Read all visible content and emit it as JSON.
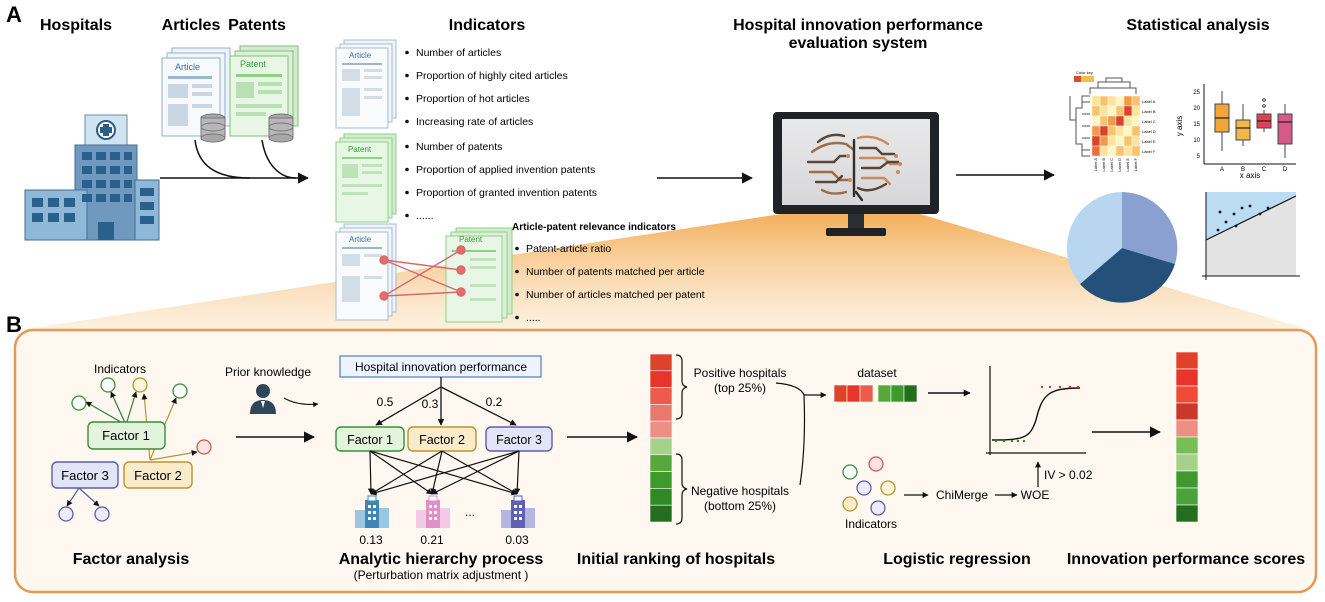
{
  "panel_a": {
    "label": "A",
    "hospitals_title": "Hospitals",
    "articles_title": "Articles",
    "patents_title": "Patents",
    "article_doc_label": "Article",
    "patent_doc_label": "Patent",
    "indicators_title": "Indicators",
    "article_indicators": [
      "Number of articles",
      "Proportion of highly cited articles",
      "Proportion   of hot articles",
      "Increasing rate of articles"
    ],
    "patent_indicators": [
      "Number of patents",
      "Proportion of applied invention patents",
      "Proportion of granted invention patents",
      "......"
    ],
    "relevance_title": "Article-patent relevance indicators",
    "relevance_indicators": [
      "Patent-article ratio",
      "Number of patents matched per article",
      "Number of articles matched per patent",
      "....."
    ],
    "system_title_line1": "Hospital innovation performance",
    "system_title_line2": "evaluation system",
    "stats_title": "Statistical analysis",
    "heatmap_legend": "Color key",
    "heatmap_row_labels": [
      "Label A",
      "Label B",
      "Label C",
      "Label D",
      "Label E",
      "Label F"
    ],
    "boxplot": {
      "ylabel": "y axis",
      "xlabel": "x axis",
      "categories": [
        "A",
        "B",
        "C",
        "D"
      ],
      "yticks": [
        "25",
        "20",
        "15",
        "10",
        "5"
      ]
    }
  },
  "panel_b": {
    "label": "B",
    "indicators_label": "Indicators",
    "factor1": "Factor 1",
    "factor2": "Factor 2",
    "factor3": "Factor 3",
    "factor_analysis_title": "Factor analysis",
    "prior_knowledge": "Prior knowledge",
    "ahp_root": "Hospital innovation performance",
    "ahp_weights": [
      "0.5",
      "0.3",
      "0.2"
    ],
    "ahp_scores": [
      "0.13",
      "0.21",
      "0.03"
    ],
    "ahp_ellipsis": "...",
    "ahp_title": "Analytic hierarchy process",
    "ahp_subtitle": "(Perturbation matrix adjustment )",
    "positive_line1": "Positive hospitals",
    "positive_line2": "(top 25%)",
    "negative_line1": "Negative hospitals",
    "negative_line2": "(bottom 25%)",
    "ranking_title": "Initial ranking of hospitals",
    "dataset_label": "dataset",
    "iv_label": "IV > 0.02",
    "chimerge_label": "ChiMerge",
    "woe_label": "WOE",
    "lr_indicators_label": "Indicators",
    "lr_title": "Logistic regression",
    "scores_title": "Innovation performance scores",
    "colors": {
      "ranking": [
        "#e0412a",
        "#e8352b",
        "#ec5b4b",
        "#e97a6b",
        "#ee8f84",
        "#a6d18a",
        "#57a83b",
        "#3e9a2c",
        "#2f8a25",
        "#236f1d"
      ],
      "scores": [
        "#e0412a",
        "#e8352b",
        "#ef4b36",
        "#c8392b",
        "#ee8f84",
        "#77bd58",
        "#a6d18a",
        "#3e9a2c",
        "#4aa23a",
        "#236f1d"
      ]
    }
  }
}
